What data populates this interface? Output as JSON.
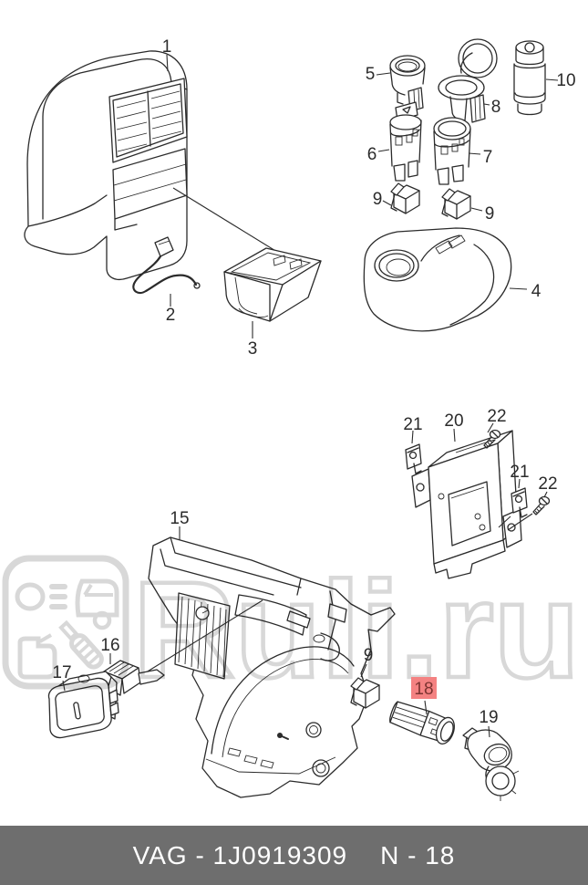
{
  "watermark": {
    "text": "Ruli.ru",
    "color": "#d8d8d8",
    "logo_icons": [
      "headlight-icon",
      "car-door-icon",
      "oil-canister-icon",
      "shock-absorber-icon"
    ]
  },
  "highlight": {
    "bg": "#f48282",
    "text_color": "#7c3431"
  },
  "callouts": [
    {
      "num": "1"
    },
    {
      "num": "2"
    },
    {
      "num": "3"
    },
    {
      "num": "5"
    },
    {
      "num": "8"
    },
    {
      "num": "10"
    },
    {
      "num": "6"
    },
    {
      "num": "7"
    },
    {
      "num": "9"
    },
    {
      "num": "9"
    },
    {
      "num": "4"
    },
    {
      "num": "21"
    },
    {
      "num": "20"
    },
    {
      "num": "22"
    },
    {
      "num": "21"
    },
    {
      "num": "22"
    },
    {
      "num": "15"
    },
    {
      "num": "16"
    },
    {
      "num": "17"
    },
    {
      "num": "9"
    },
    {
      "num": "18"
    },
    {
      "num": "19"
    }
  ],
  "footer": {
    "part_code": "VAG - 1J0919309",
    "page_ref": "N - 18",
    "bg": "#6e6e6e",
    "text_color": "#ffffff"
  }
}
